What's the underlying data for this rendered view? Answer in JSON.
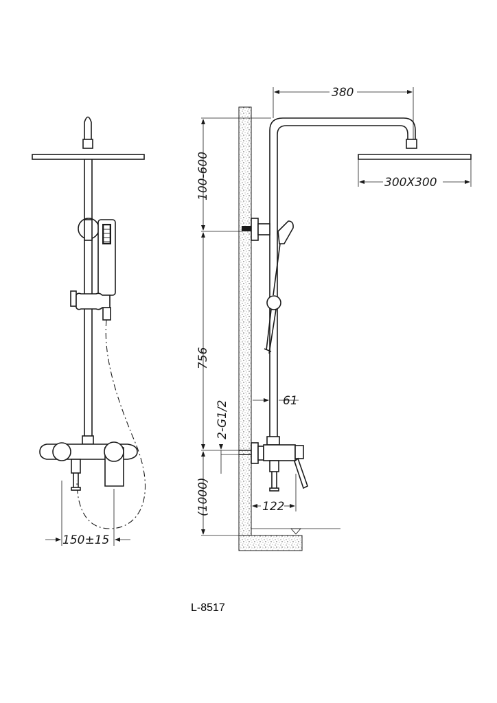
{
  "model_label": "L-8517",
  "dimensions": {
    "head_projection": "380",
    "head_size": "300X300",
    "adjustable_height": "100-600",
    "slide_bar_length": "756",
    "inlet_thread": "2-G1/2",
    "rail_offset": "61",
    "mixer_height": "(1000)",
    "mixer_depth": "122",
    "inlet_spacing": "150±15"
  }
}
